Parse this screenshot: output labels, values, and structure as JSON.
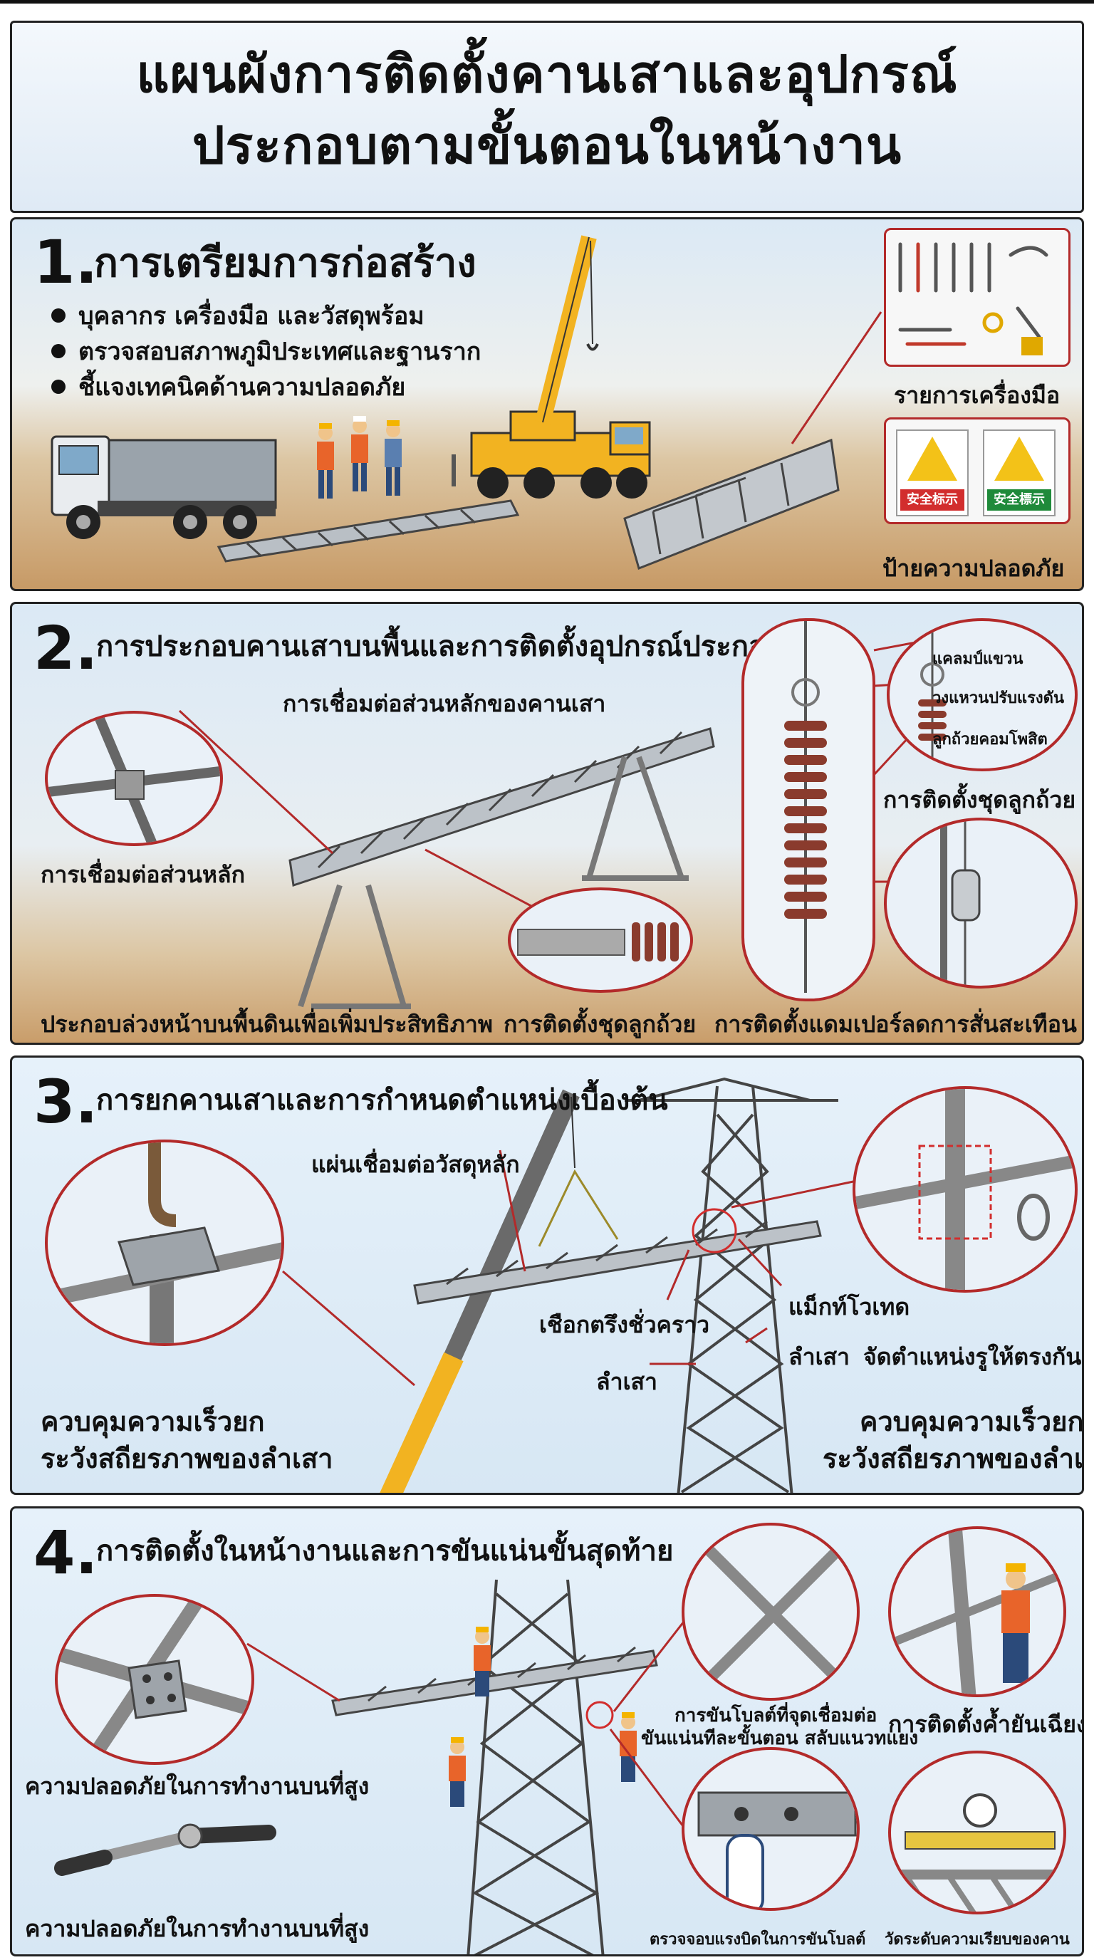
{
  "header": {
    "title_line1": "แผนผังการติดตั้งคานเสาและอุปกรณ์",
    "title_line2": "ประกอบตามขั้นตอนในหน้างาน"
  },
  "section1": {
    "number": "1.",
    "title": "การเตรียมการก่อสร้าง",
    "bullets": [
      "บุคลากร เครื่องมือ และวัสดุพร้อม",
      "ตรวจสอบสภาพภูมิประเทศและฐานราก",
      "ชี้แจงเทคนิคด้านความปลอดภัย"
    ],
    "tools_label": "รายการเครื่องมือ",
    "safety_label": "ป้ายความปลอดภัย",
    "sign_texts": [
      "安全标示",
      "安全標示"
    ]
  },
  "section2": {
    "number": "2.",
    "title": "การประกอบคานเสาบนพื้นและการติดตั้งอุปกรณ์ประกอบ",
    "main_joint_label": "การเชื่อมต่อส่วนหลักของคานเสา",
    "joint_label": "การเชื่อมต่อส่วนหลัก",
    "ground_label": "ประกอบล่วงหน้าบนพื้นดินเพื่อเพิ่มประสิทธิภาพ",
    "insulator_label_bottom": "การติดตั้งชุดลูกถ้วย",
    "insulator_label_right": "การติดตั้งชุดลูกถ้วย",
    "damper_label": "การติดตั้งแดมเปอร์ลดการสั่นสะเทือน",
    "detail_labels": [
      "แคลมป์แขวน",
      "วงแหวนปรับแรงดัน",
      "ลูกถ้วยคอมโพสิต"
    ]
  },
  "section3": {
    "number": "3.",
    "title": "การยกคานเสาและการกำหนดตำแหน่งเบื้องต้น",
    "plate_label": "แผ่นเชื่อมต่อวัสดุหลัก",
    "rope_label": "เชือกตรึงชั่วคราว",
    "turnbuckle_label": "แม็กท์โวเทด",
    "column_label_right": "ลำเสา",
    "column_label_left": "ลำเสา",
    "align_label": "จัดตำแหน่งรูให้ตรงกัน",
    "left_caption": [
      "ควบคุมความเร็วยก",
      "ระวังสถียรภาพของลำเสา"
    ],
    "right_caption": [
      "ควบคุมความเร็วยก",
      "ระวังสถียรภาพของลำเสา"
    ]
  },
  "section4": {
    "number": "4.",
    "title": "การติดตั้งในหน้างานและการขันแน่นขั้นสุดท้าย",
    "height_safety_1": "ความปลอดภัยในการทำงานบนที่สูง",
    "height_safety_2": "ความปลอดภัยในการทำงานบนที่สูง",
    "bolt_label": [
      "การขันโบลต์ที่จุดเชื่อมต่อ",
      "ขันแน่นทีละขั้นตอน สลับแนวทแยง"
    ],
    "brace_label": "การติดตั้งค้ำยันเฉียง",
    "torque_label": "ตรวจจอบแรงบิดในการขันโบลต์",
    "level_label": "วัดระดับความเรียบของคาน"
  }
}
